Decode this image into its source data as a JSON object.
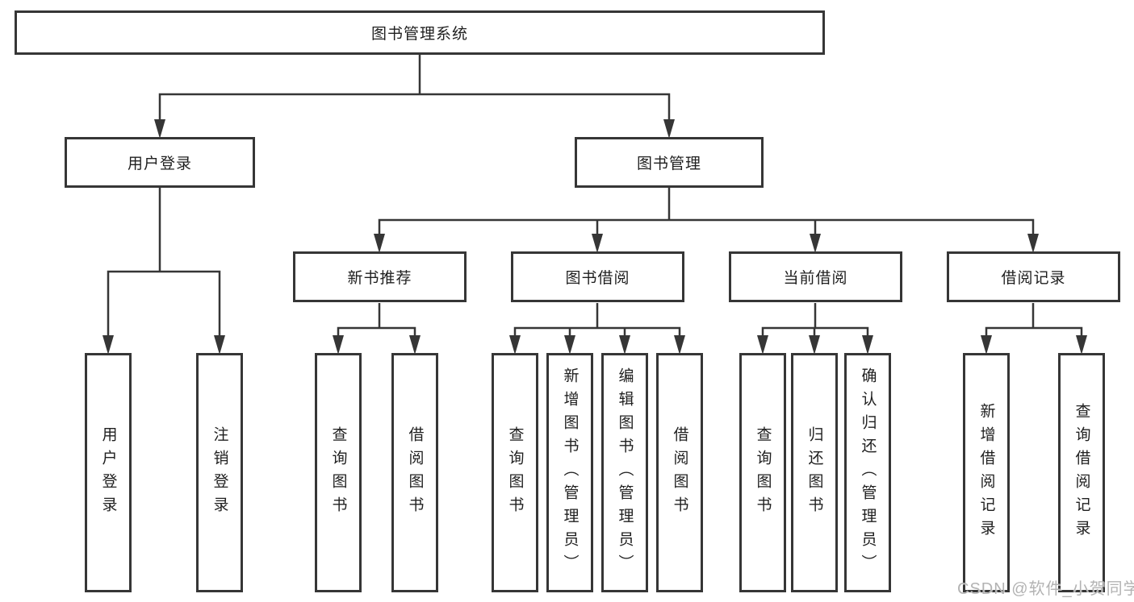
{
  "diagram": {
    "root": {
      "label": "图书管理系统"
    },
    "level2": [
      {
        "label": "用户登录"
      },
      {
        "label": "图书管理"
      }
    ],
    "level3": [
      {
        "label": "新书推荐",
        "parent": "图书管理"
      },
      {
        "label": "图书借阅",
        "parent": "图书管理"
      },
      {
        "label": "当前借阅",
        "parent": "图书管理"
      },
      {
        "label": "借阅记录",
        "parent": "图书管理"
      }
    ],
    "leaves": [
      {
        "label": "用户登录",
        "parent": "用户登录"
      },
      {
        "label": "注销登录",
        "parent": "用户登录"
      },
      {
        "label": "查询图书",
        "parent": "新书推荐"
      },
      {
        "label": "借阅图书",
        "parent": "新书推荐"
      },
      {
        "label": "查询图书",
        "parent": "图书借阅"
      },
      {
        "label": "新增图书（管理员）",
        "parent": "图书借阅"
      },
      {
        "label": "编辑图书（管理员）",
        "parent": "图书借阅"
      },
      {
        "label": "借阅图书",
        "parent": "图书借阅"
      },
      {
        "label": "查询图书",
        "parent": "当前借阅"
      },
      {
        "label": "归还图书",
        "parent": "当前借阅"
      },
      {
        "label": "确认归还（管理员）",
        "parent": "当前借阅"
      },
      {
        "label": "新增借阅记录",
        "parent": "借阅记录"
      },
      {
        "label": "查询借阅记录",
        "parent": "借阅记录"
      }
    ],
    "watermark": {
      "text": "CSDN @软件_小贺同学"
    },
    "colors": {
      "line": "#363636",
      "text": "#1f1f1f",
      "background": "#ffffff",
      "watermark": "#b3b3b3"
    }
  }
}
